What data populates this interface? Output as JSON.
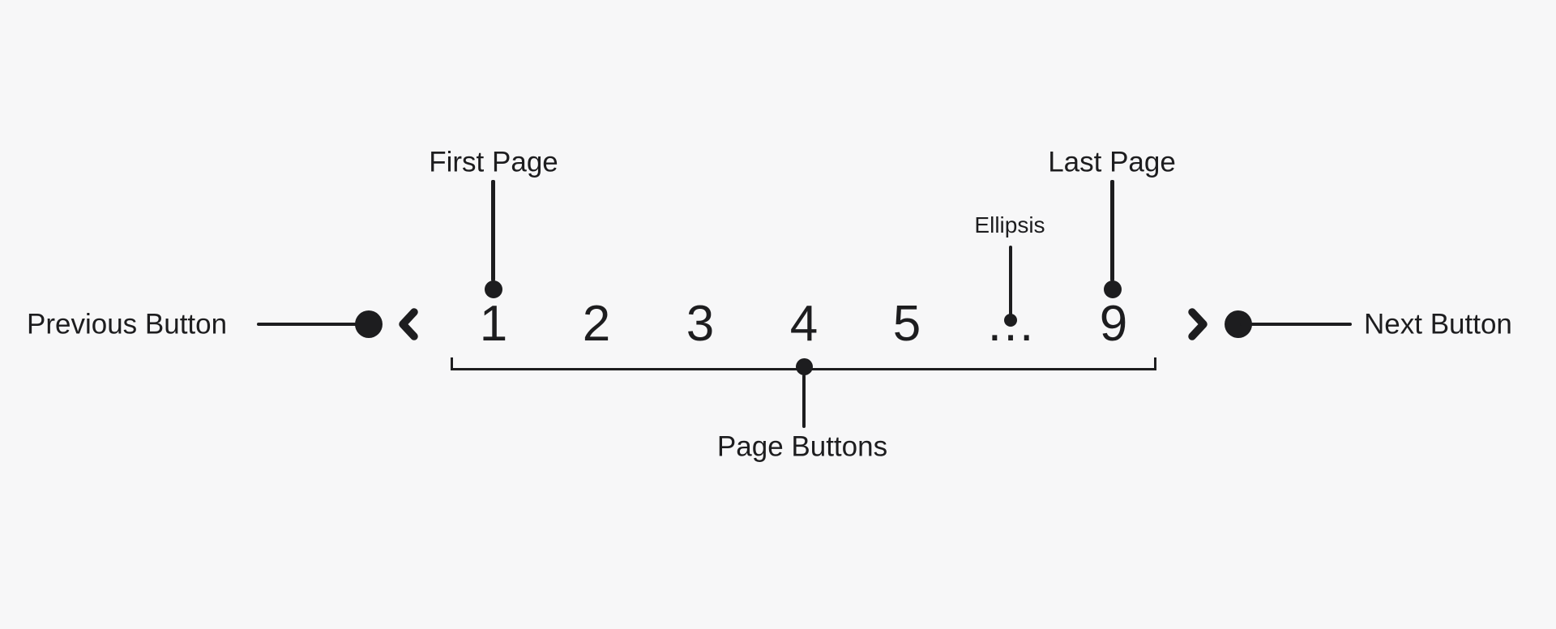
{
  "canvas": {
    "background_color": "#f7f7f8",
    "ink_color": "#1d1d1f"
  },
  "pagination": {
    "prev_icon": "chevron-left",
    "next_icon": "chevron-right",
    "pages": [
      {
        "label": "1"
      },
      {
        "label": "2"
      },
      {
        "label": "3"
      },
      {
        "label": "4"
      },
      {
        "label": "5"
      },
      {
        "label": "…"
      },
      {
        "label": "9"
      }
    ]
  },
  "annotations": {
    "previous_button": {
      "label": "Previous Button"
    },
    "next_button": {
      "label": "Next Button"
    },
    "first_page": {
      "label": "First Page"
    },
    "last_page": {
      "label": "Last Page"
    },
    "ellipsis": {
      "label": "Ellipsis"
    },
    "page_buttons": {
      "label": "Page Buttons"
    }
  }
}
